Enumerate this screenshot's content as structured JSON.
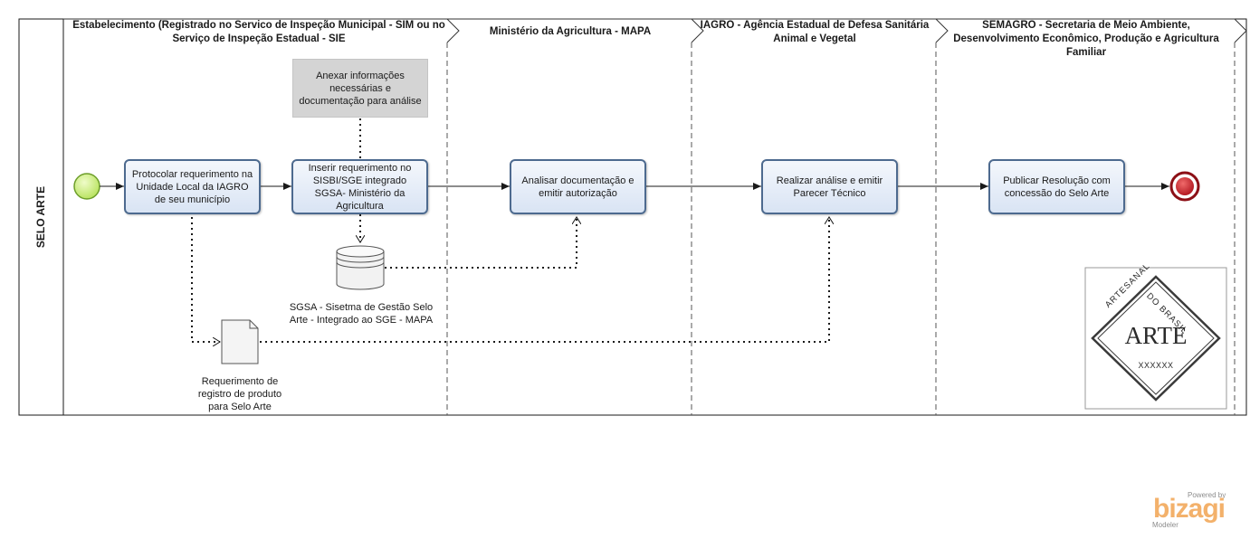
{
  "pool": {
    "label": "SELO ARTE"
  },
  "lanes": [
    {
      "title": "Estabelecimento (Registrado no Servico de Inspeção Municipal - SIM ou no Serviço de Inspeção Estadual - SIE"
    },
    {
      "title": "Ministério da Agricultura - MAPA"
    },
    {
      "title": "IAGRO - Agência Estadual de Defesa Sanitária Animal e Vegetal"
    },
    {
      "title": "SEMAGRO - Secretaria de Meio Ambiente, Desenvolvimento Econômico, Produção e Agricultura Familiar"
    }
  ],
  "tasks": {
    "protocolar": "Protocolar requerimento na Unidade Local da IAGRO de seu município",
    "inserir": "Inserir requerimento no SISBI/SGE integrado SGSA- Ministério da Agricultura",
    "analisar": "Analisar documentação e emitir autorização",
    "realizar": "Realizar análise e emitir Parecer Técnico",
    "publicar": "Publicar Resolução com concessão do Selo Arte"
  },
  "annotation": "Anexar informações necessárias e documentação para análise",
  "datastore": "SGSA - Sisetma de Gestão Selo Arte - Integrado ao SGE - MAPA",
  "document": "Requerimento de registro de produto para Selo Arte",
  "logo": {
    "arc_left": "ARTESANAL",
    "arc_right": "DO BRASIL",
    "main": "ARTE",
    "code": "XXXXXX"
  },
  "watermark": {
    "powered": "Powered by",
    "brand": "bizagi",
    "product": "Modeler"
  },
  "colors": {
    "start_event": "#c8f07a",
    "end_event": "#c0202a",
    "task_border": "#4d6a8f"
  }
}
